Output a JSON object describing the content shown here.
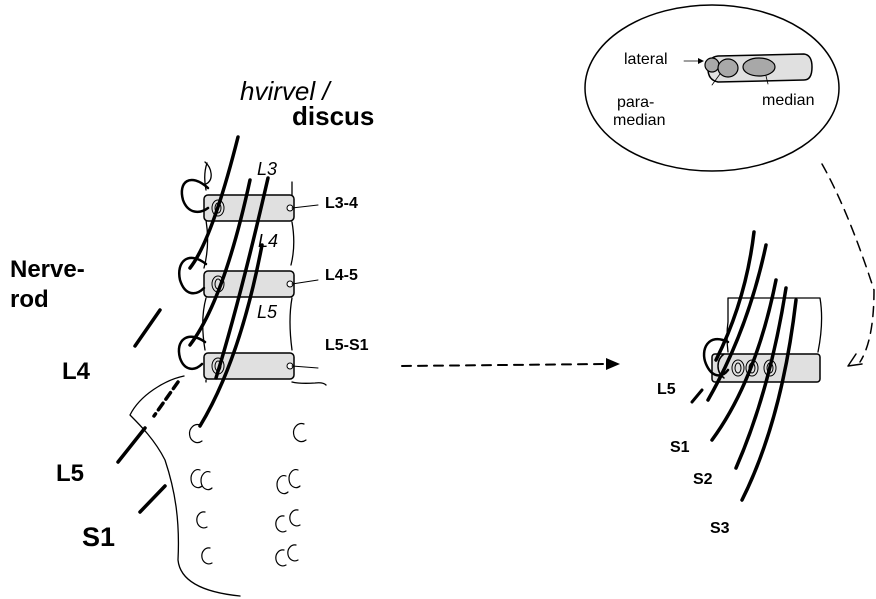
{
  "header": {
    "vertebra_label": "hvirvel /",
    "disc_label": "discus"
  },
  "roots_label": "Nerve-\nrod",
  "roots_label_lines": [
    "Nerve-",
    "rod"
  ],
  "vertebrae": [
    "L3",
    "L4",
    "L5"
  ],
  "discs": [
    "L3-4",
    "L4-5",
    "L5-S1"
  ],
  "left_roots": [
    "L4",
    "L5",
    "S1"
  ],
  "inset": {
    "lateral": "lateral",
    "para": "para-",
    "median_part": "median",
    "median": "median"
  },
  "right_roots": [
    "L5",
    "S1",
    "S2",
    "S3"
  ],
  "colors": {
    "disc_fill": "#e0e0e0",
    "nucleus_fill": "#a8a8a8",
    "ink": "#000000"
  }
}
